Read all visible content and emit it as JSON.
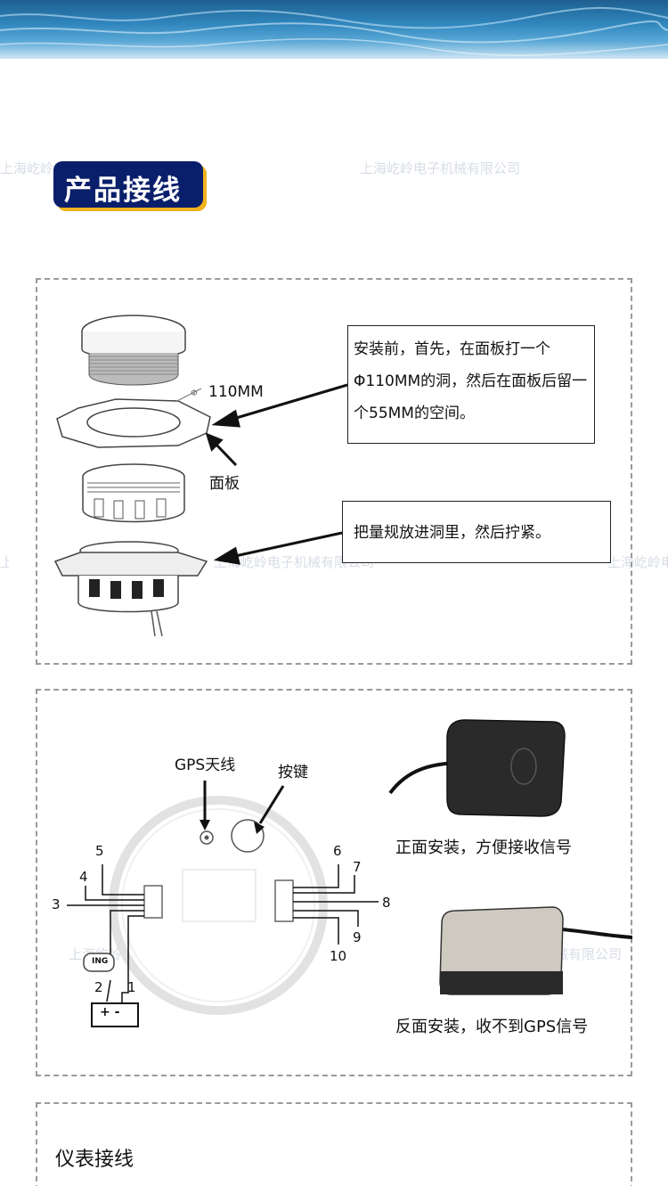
{
  "watermark": "上海屹岭电子机械有限公司",
  "header": {
    "title": "产品接线"
  },
  "installation": {
    "diameter_label": "110MM",
    "diameter_symbol": "Φ",
    "panel_label": "面板",
    "callout_1": "安装前，首先，在面板打一个Φ110MM的洞，然后在面板后留一个55MM的空间。",
    "callout_2": "把量规放进洞里，然后拧紧。"
  },
  "wiring": {
    "gps_antenna_label": "GPS天线",
    "button_label": "按键",
    "ing_label": "ING",
    "battery_label": "+ -",
    "pins": [
      "1",
      "2",
      "3",
      "4",
      "5",
      "6",
      "7",
      "8",
      "9",
      "10"
    ],
    "front_caption": "正面安装，方便接收信号",
    "back_caption": "反面安装，收不到GPS信号"
  },
  "gauge_wiring_title": "仪表接线",
  "colors": {
    "badge_bg": "#0a1f6b",
    "badge_shadow": "#f2b21b",
    "border": "#9a9a9a"
  }
}
